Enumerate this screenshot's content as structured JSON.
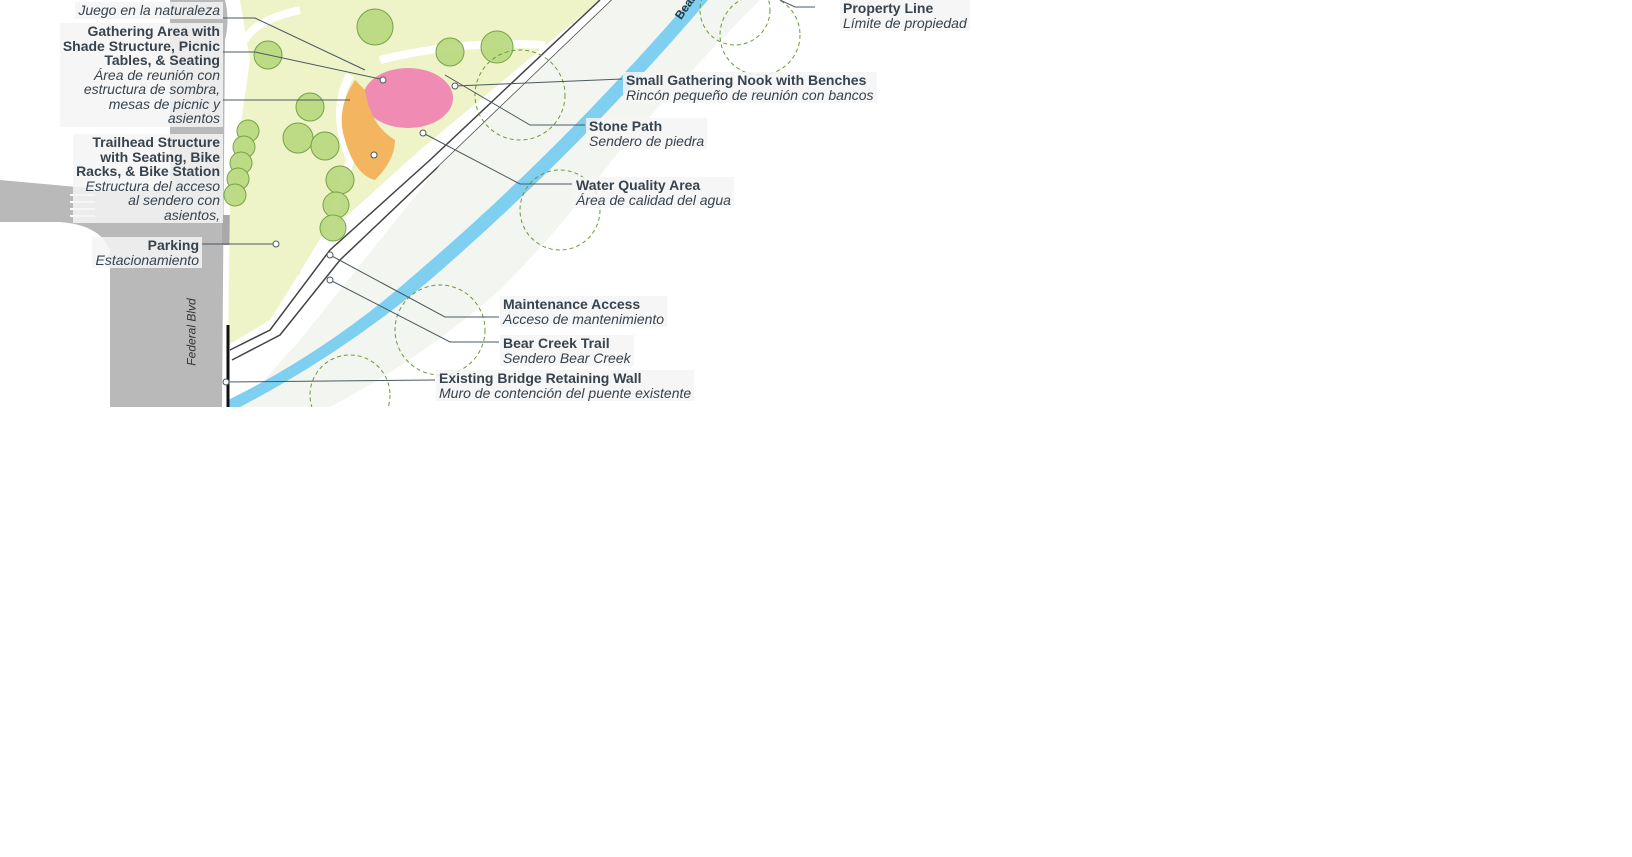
{
  "colors": {
    "road": "#b9b9b9",
    "lawn": "#eef3c8",
    "tree": "#b8d87e",
    "river": "#7fcff0",
    "plaza": "#f08cb4",
    "deck": "#f3b55f",
    "label_text": "#37434d"
  },
  "map_labels": {
    "road": "Federal Blvd",
    "river": "Bear"
  },
  "callouts": [
    {
      "id": "nature-play",
      "es": "Juego en la naturaleza"
    },
    {
      "id": "gathering-area",
      "en": [
        "Gathering Area with",
        "Shade Structure, Picnic",
        "Tables, & Seating"
      ],
      "es": [
        "Área de reunión con",
        "estructura de sombra,",
        "mesas de picnic y",
        "asientos"
      ]
    },
    {
      "id": "trailhead",
      "en": [
        "Trailhead Structure",
        "with Seating, Bike",
        "Racks, & Bike Station"
      ],
      "es": [
        "Estructura del acceso",
        "al sendero con",
        "asientos,"
      ]
    },
    {
      "id": "parking",
      "en": "Parking",
      "es": "Estacionamiento"
    },
    {
      "id": "property-line",
      "en": "Property Line",
      "es": "Límite de propiedad"
    },
    {
      "id": "gathering-nook",
      "en": "Small Gathering Nook with Benches",
      "es": "Rincón pequeño de reunión con bancos"
    },
    {
      "id": "stone-path",
      "en": "Stone Path",
      "es": "Sendero de piedra"
    },
    {
      "id": "water-quality",
      "en": "Water Quality Area",
      "es": "Área de calidad del agua"
    },
    {
      "id": "maintenance-access",
      "en": "Maintenance Access",
      "es": "Acceso de mantenimiento"
    },
    {
      "id": "bear-creek-trail",
      "en": "Bear Creek Trail",
      "es": "Sendero Bear Creek"
    },
    {
      "id": "retaining-wall",
      "en": "Existing Bridge Retaining Wall",
      "es": "Muro de contención del puente existente"
    }
  ]
}
